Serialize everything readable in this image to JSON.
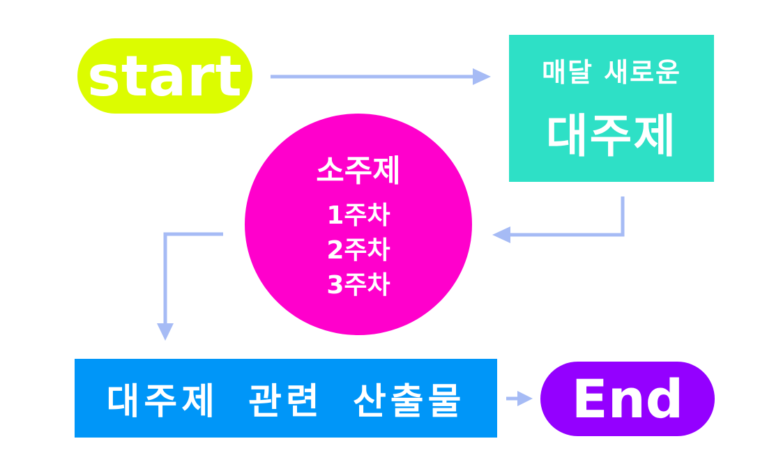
{
  "colors": {
    "start_fill": "#dcfc00",
    "main_topic_fill": "#2ee0c6",
    "sub_topic_fill": "#ff00cc",
    "outputs_fill": "#0096f8",
    "end_fill": "#9400ff",
    "arrow": "#a6bbf5",
    "text": "#ffffff"
  },
  "nodes": {
    "start": {
      "label": "start"
    },
    "main_topic": {
      "line1": "매달 새로운",
      "line2": "대주제"
    },
    "sub_topic": {
      "title": "소주제",
      "weeks": [
        "1주차",
        "2주차",
        "3주차"
      ]
    },
    "outputs": {
      "label": "대주제 관련 산출물"
    },
    "end": {
      "label": "End"
    }
  },
  "arrows": [
    {
      "from": "start",
      "to": "main_topic"
    },
    {
      "from": "main_topic",
      "to": "sub_topic"
    },
    {
      "from": "sub_topic",
      "to": "outputs"
    },
    {
      "from": "outputs",
      "to": "end"
    }
  ]
}
